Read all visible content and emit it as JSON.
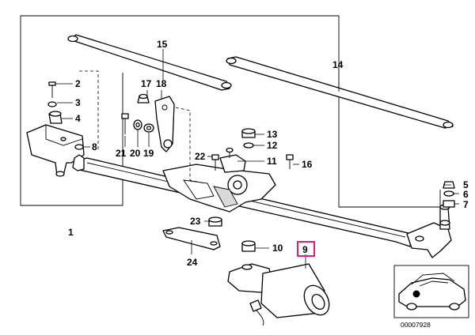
{
  "callouts": {
    "c1": "1",
    "c2": "2",
    "c3": "3",
    "c4": "4",
    "c5": "5",
    "c6": "6",
    "c7": "7",
    "c8": "8",
    "c9": "9",
    "c10": "10",
    "c11": "11",
    "c12": "12",
    "c13": "13",
    "c14": "14",
    "c15": "15",
    "c16": "16",
    "c17": "17",
    "c18": "18",
    "c19": "19",
    "c20": "20",
    "c21": "21",
    "c22": "22",
    "c23": "23",
    "c24": "24"
  },
  "highlight_color": "#e6197d",
  "reference": {
    "diagram_number": "00007928"
  }
}
